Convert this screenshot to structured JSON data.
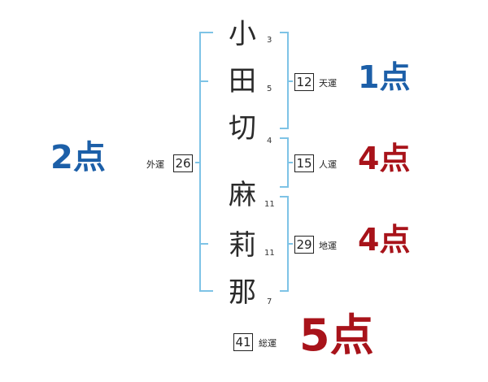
{
  "name_chars": [
    {
      "char": "小",
      "strokes": "3"
    },
    {
      "char": "田",
      "strokes": "5"
    },
    {
      "char": "切",
      "strokes": "4"
    },
    {
      "char": "麻",
      "strokes": "11"
    },
    {
      "char": "莉",
      "strokes": "11"
    },
    {
      "char": "那",
      "strokes": "7"
    }
  ],
  "fortunes": {
    "tenkaku": {
      "value": "12",
      "label": "天運",
      "score": "1点"
    },
    "jinkaku": {
      "value": "15",
      "label": "人運",
      "score": "4点"
    },
    "chikaku": {
      "value": "29",
      "label": "地運",
      "score": "4点"
    },
    "gaikaku": {
      "value": "26",
      "label": "外運",
      "score": "2点"
    },
    "soukaku": {
      "value": "41",
      "label": "総運",
      "score": "5点"
    }
  },
  "colors": {
    "bracket": "#7ec3e6",
    "blue": "#1c5fa8",
    "red": "#a8131a"
  }
}
